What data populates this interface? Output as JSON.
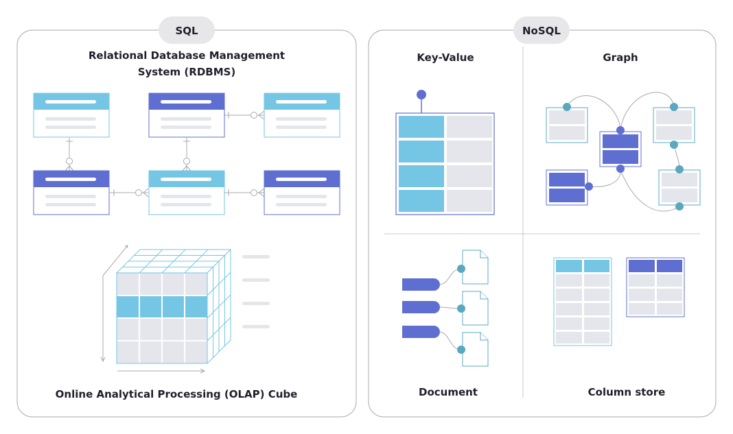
{
  "sql": {
    "label": "SQL",
    "rdbms_title_line1": "Relational Database Management",
    "rdbms_title_line2": "System (RDBMS)",
    "olap_title": "Online Analytical Processing (OLAP) Cube"
  },
  "nosql": {
    "label": "NoSQL",
    "key_value": "Key-Value",
    "graph": "Graph",
    "document": "Document",
    "column_store": "Column store"
  },
  "colors": {
    "light_blue": "#74c6e4",
    "purple": "#5f6fd1",
    "teal": "#5aa8c0",
    "light_grey": "#e4e6eb",
    "border_grey": "#bcbcc4",
    "pill_bg": "#e7e7ea"
  }
}
